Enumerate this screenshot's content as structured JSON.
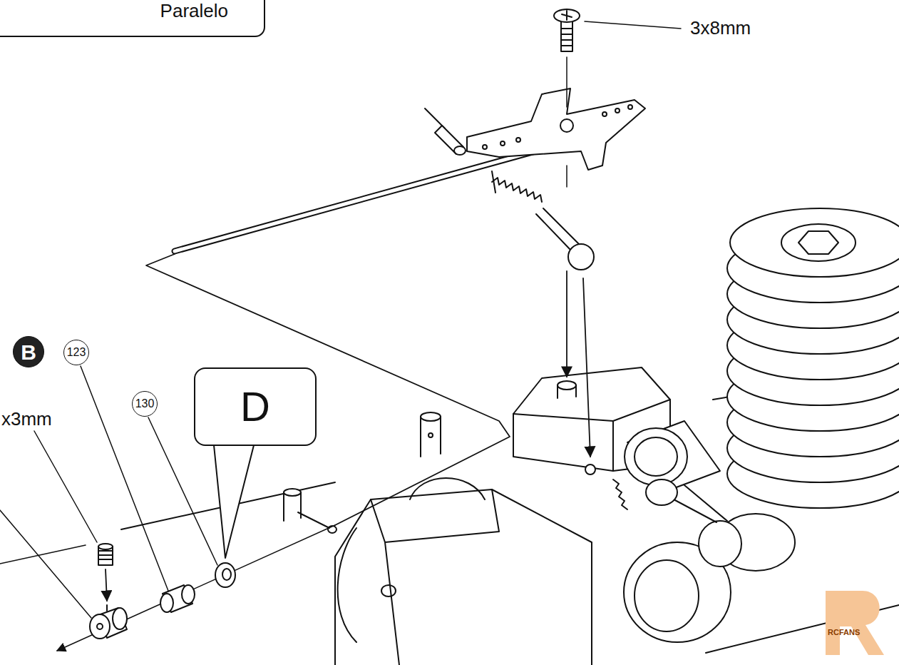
{
  "diagram": {
    "nodes": [
      {
        "text": [
          "Paralelo"
        ]
      },
      {
        "text": [
          "B"
        ]
      },
      {
        "text": [
          "123"
        ]
      },
      {
        "text": [
          "130"
        ]
      },
      {
        "text": [
          "D"
        ]
      }
    ],
    "labels": [
      "3x8mm",
      "x3mm",
      "RCFANS"
    ]
  }
}
